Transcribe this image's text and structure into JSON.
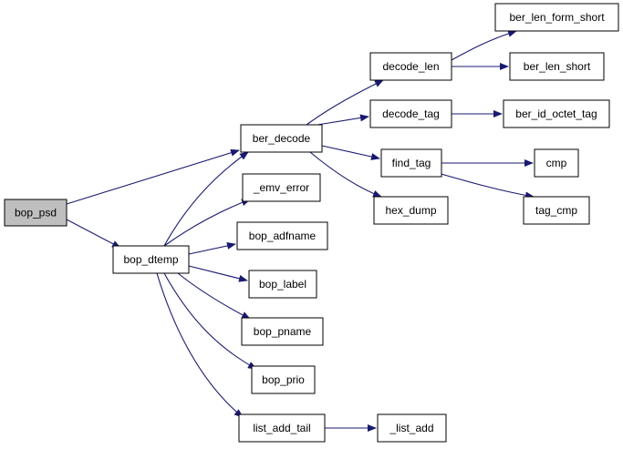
{
  "colors": {
    "edge": "#191970",
    "node_fill": "#ffffff",
    "root_fill": "#bfbfbf",
    "border": "#000000"
  },
  "nodes": [
    {
      "id": "bop_psd",
      "label": "bop_psd",
      "root": true
    },
    {
      "id": "bop_dtemp",
      "label": "bop_dtemp"
    },
    {
      "id": "ber_decode",
      "label": "ber_decode"
    },
    {
      "id": "_emv_error",
      "label": "_emv_error"
    },
    {
      "id": "bop_adfname",
      "label": "bop_adfname"
    },
    {
      "id": "bop_label",
      "label": "bop_label"
    },
    {
      "id": "bop_pname",
      "label": "bop_pname"
    },
    {
      "id": "bop_prio",
      "label": "bop_prio"
    },
    {
      "id": "list_add_tail",
      "label": "list_add_tail"
    },
    {
      "id": "_list_add",
      "label": "_list_add"
    },
    {
      "id": "decode_len",
      "label": "decode_len"
    },
    {
      "id": "decode_tag",
      "label": "decode_tag"
    },
    {
      "id": "find_tag",
      "label": "find_tag"
    },
    {
      "id": "hex_dump",
      "label": "hex_dump"
    },
    {
      "id": "ber_len_form_short",
      "label": "ber_len_form_short"
    },
    {
      "id": "ber_len_short",
      "label": "ber_len_short"
    },
    {
      "id": "ber_id_octet_tag",
      "label": "ber_id_octet_tag"
    },
    {
      "id": "cmp",
      "label": "cmp"
    },
    {
      "id": "tag_cmp",
      "label": "tag_cmp"
    }
  ],
  "edges": [
    {
      "from": "bop_psd",
      "to": "ber_decode"
    },
    {
      "from": "bop_psd",
      "to": "bop_dtemp"
    },
    {
      "from": "bop_dtemp",
      "to": "ber_decode"
    },
    {
      "from": "bop_dtemp",
      "to": "_emv_error"
    },
    {
      "from": "bop_dtemp",
      "to": "bop_adfname"
    },
    {
      "from": "bop_dtemp",
      "to": "bop_label"
    },
    {
      "from": "bop_dtemp",
      "to": "bop_pname"
    },
    {
      "from": "bop_dtemp",
      "to": "bop_prio"
    },
    {
      "from": "bop_dtemp",
      "to": "list_add_tail"
    },
    {
      "from": "list_add_tail",
      "to": "_list_add"
    },
    {
      "from": "ber_decode",
      "to": "decode_len"
    },
    {
      "from": "ber_decode",
      "to": "decode_tag"
    },
    {
      "from": "ber_decode",
      "to": "find_tag"
    },
    {
      "from": "ber_decode",
      "to": "hex_dump"
    },
    {
      "from": "decode_len",
      "to": "ber_len_form_short"
    },
    {
      "from": "decode_len",
      "to": "ber_len_short"
    },
    {
      "from": "decode_tag",
      "to": "ber_id_octet_tag"
    },
    {
      "from": "find_tag",
      "to": "cmp"
    },
    {
      "from": "find_tag",
      "to": "tag_cmp"
    }
  ]
}
